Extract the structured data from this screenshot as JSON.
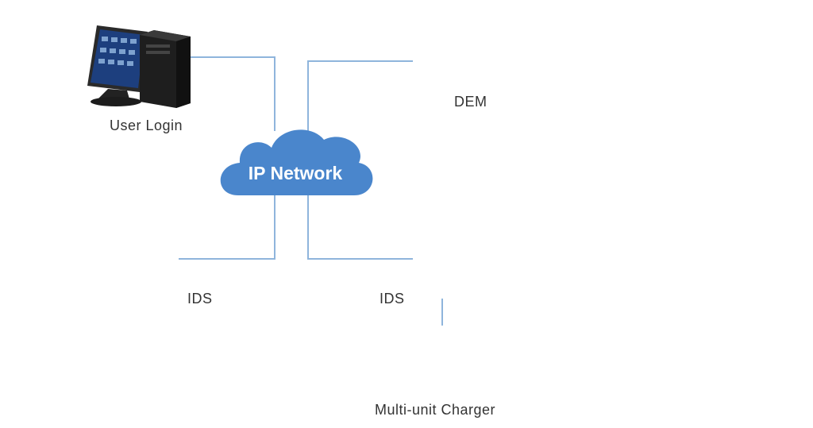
{
  "network": {
    "label": "IP Network"
  },
  "nodes": {
    "user_login": {
      "label": "User Login"
    },
    "dem": {
      "label": "DEM"
    },
    "ids_left": {
      "label": "IDS"
    },
    "ids_right": {
      "label": "IDS"
    },
    "charger": {
      "label": "Multi-unit Charger"
    }
  },
  "colors": {
    "cloud": "#4a86cc",
    "link": "#8fb5dc",
    "device": "#2b2b2b",
    "screen_frame": "#1b2c66",
    "screen_bg": "#0f1c45"
  },
  "icons": [
    "computer-icon",
    "server-icon",
    "monitor-icon",
    "body-camera-icon",
    "charger-rack-icon",
    "cloud-icon"
  ]
}
